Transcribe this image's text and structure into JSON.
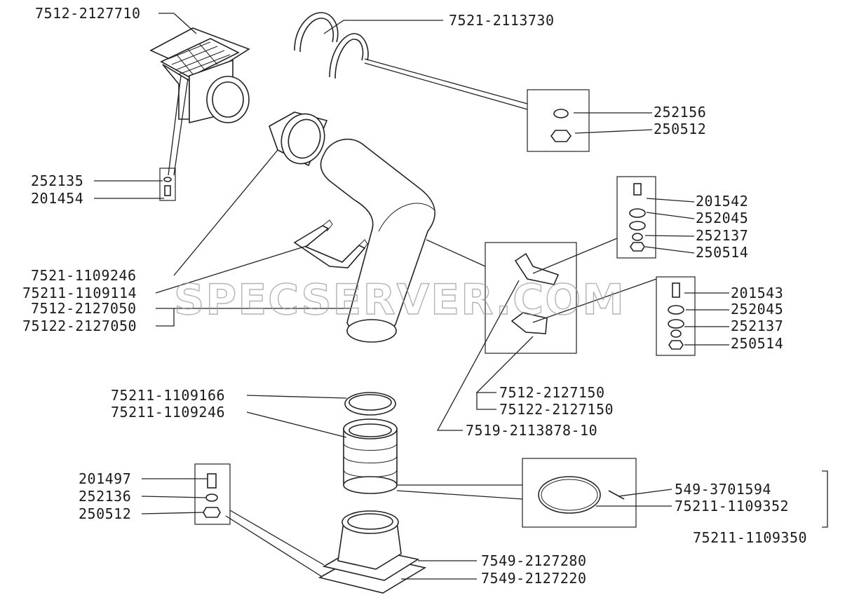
{
  "watermark": "SPECSERVER.COM",
  "labels": {
    "l_7512_2127710": "7512-2127710",
    "l_7521_2113730": "7521-2113730",
    "l_252156": "252156",
    "l_250512_top": "250512",
    "l_252135": "252135",
    "l_201454": "201454",
    "l_201542": "201542",
    "l_252045_a": "252045",
    "l_252137_a": "252137",
    "l_250514_a": "250514",
    "l_7521_1109246": "7521-1109246",
    "l_75211_1109114": "75211-1109114",
    "l_7512_2127050": "7512-2127050",
    "l_75122_2127050": "75122-2127050",
    "l_201543": "201543",
    "l_252045_b": "252045",
    "l_252137_b": "252137",
    "l_250514_b": "250514",
    "l_75211_1109166": "75211-1109166",
    "l_75211_1109246": "75211-1109246",
    "l_7512_2127150": "7512-2127150",
    "l_75122_2127150": "75122-2127150",
    "l_7519_2113878_10": "7519-2113878-10",
    "l_201497": "201497",
    "l_252136": "252136",
    "l_250512_bot": "250512",
    "l_549_3701594": "549-3701594",
    "l_75211_1109352": "75211-1109352",
    "l_75211_1109350": "75211-1109350",
    "l_7549_2127280": "7549-2127280",
    "l_7549_2127220": "7549-2127220"
  }
}
